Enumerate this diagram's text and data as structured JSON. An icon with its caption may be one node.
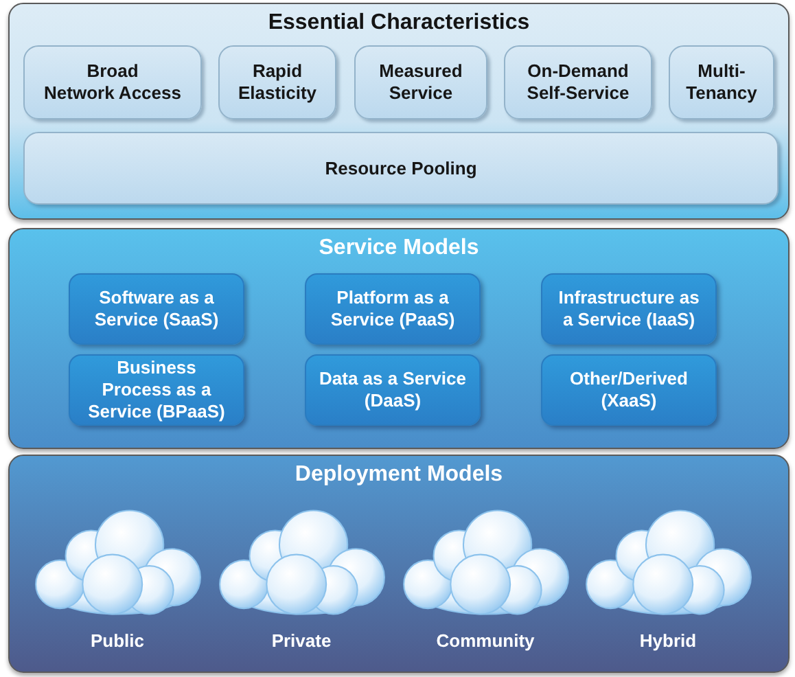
{
  "diagram": {
    "nodes": [
      {
        "text": [
          "Essential Characteristics"
        ]
      },
      {
        "text": [
          "Broad Network Access"
        ],
        "in": 0
      },
      {
        "text": [
          "Rapid Elasticity"
        ],
        "in": 0
      },
      {
        "text": [
          "Measured Service"
        ],
        "in": 0
      },
      {
        "text": [
          "On-Demand Self-Service"
        ],
        "in": 0
      },
      {
        "text": [
          "Multi-Tenancy"
        ],
        "in": 0
      },
      {
        "text": [
          "Resource Pooling"
        ],
        "in": 0
      },
      {
        "text": [
          "Service Models"
        ]
      },
      {
        "text": [
          "Software as a Service (SaaS)"
        ],
        "in": 7
      },
      {
        "text": [
          "Platform as a Service (PaaS)"
        ],
        "in": 7
      },
      {
        "text": [
          "Infrastructure as a Service (IaaS)"
        ],
        "in": 7
      },
      {
        "text": [
          "Business Process as a Service (BPaaS)"
        ],
        "in": 7
      },
      {
        "text": [
          "Data as a Service (DaaS)"
        ],
        "in": 7
      },
      {
        "text": [
          "Other/Derived (XaaS)"
        ],
        "in": 7
      },
      {
        "text": [
          "Deployment Models"
        ]
      },
      {
        "text": [
          "Public"
        ],
        "in": 14
      },
      {
        "text": [
          "Private"
        ],
        "in": 14
      },
      {
        "text": [
          "Community"
        ],
        "in": 14
      },
      {
        "text": [
          "Hybrid"
        ],
        "in": 14
      }
    ]
  }
}
